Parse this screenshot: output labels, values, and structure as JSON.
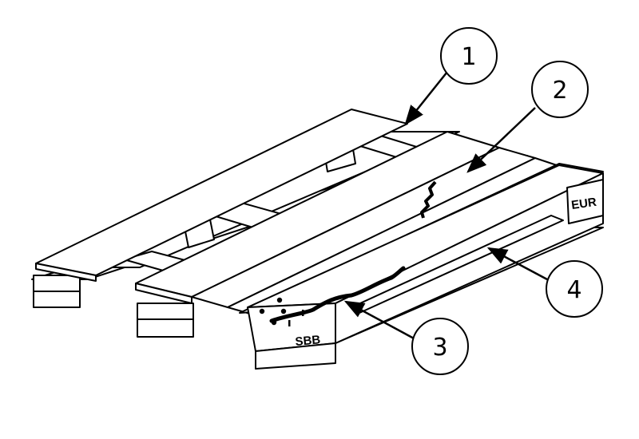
{
  "callouts": [
    {
      "id": "1",
      "label": "1"
    },
    {
      "id": "2",
      "label": "2"
    },
    {
      "id": "3",
      "label": "3"
    },
    {
      "id": "4",
      "label": "4"
    }
  ],
  "stamps": {
    "right_block": "EUR",
    "front_block": "SBB"
  }
}
